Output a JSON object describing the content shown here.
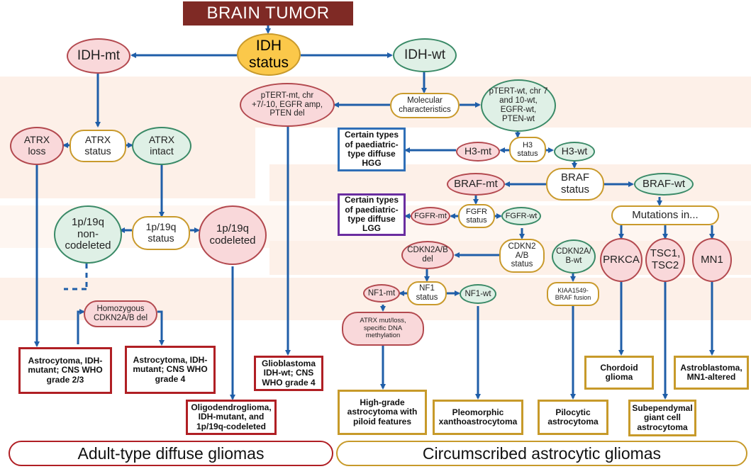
{
  "title": "BRAIN TUMOR",
  "nodes": {
    "idh_status": "IDH status",
    "idh_mt": "IDH-mt",
    "idh_wt": "IDH-wt",
    "pterts_mt": "pTERT-mt, chr +7/-10, EGFR amp, PTEN del",
    "molecular": "Molecular characteristics",
    "pterts_wt": "pTERT-wt, chr 7 and 10-wt, EGFR-wt, PTEN-wt",
    "atrx_loss": "ATRX loss",
    "atrx_status": "ATRX status",
    "atrx_intact": "ATRX intact",
    "codel_non": "1p/19q non-codeleted",
    "codel_status": "1p/19q status",
    "codel_yes": "1p/19q codeleted",
    "cdkn_homo": "Homozygous CDKN2A/B del",
    "h3_mt": "H3-mt",
    "h3_status": "H3 status",
    "h3_wt": "H3-wt",
    "braf_mt": "BRAF-mt",
    "braf_status": "BRAF status",
    "braf_wt": "BRAF-wt",
    "fgfr_mt": "FGFR-mt",
    "fgfr_status": "FGFR status",
    "fgfr_wt": "FGFR-wt",
    "mutations": "Mutations in...",
    "prkca": "PRKCA",
    "tsc": "TSC1, TSC2",
    "mn1": "MN1",
    "cdkn_del": "CDKN2A/B del",
    "cdkn_status": "CDKN2 A/B status",
    "cdkn_wt": "CDKN2A/ B-wt",
    "nf1_mt": "NF1-mt",
    "nf1_status": "NF1 status",
    "nf1_wt": "NF1-wt",
    "kiaa": "KIAA1549-BRAF fusion",
    "atrx_mut": "ATRX mut/loss, specific DNA methylation"
  },
  "outcomes": {
    "hgg": "Certain types of paediatric-type diffuse HGG",
    "lgg": "Certain types of paediatric-type diffuse LGG",
    "astro23": "Astrocytoma, IDH-mutant; CNS WHO grade 2/3",
    "astro4": "Astrocytoma, IDH-mutant; CNS WHO grade 4",
    "gbm": "Glioblastoma IDH-wt; CNS WHO grade 4",
    "oligo": "Oligodendroglioma, IDH-mutant, and 1p/19q-codeleted",
    "hgap": "High-grade astrocytoma with piloid features",
    "pxa": "Pleomorphic xanthoastrocytoma",
    "pilo": "Pilocytic astrocytoma",
    "chordoid": "Chordoid glioma",
    "sega": "Subependymal giant cell astrocytoma",
    "astroblast": "Astroblastoma, MN1-altered"
  },
  "footers": {
    "adult": "Adult-type diffuse gliomas",
    "circ": "Circumscribed astrocytic gliomas"
  },
  "colors": {
    "title_bg": "#7f2a25",
    "arrow": "#1f5ea8",
    "red_border": "#b01f24",
    "gold_border": "#c79a2a",
    "band": "#fdf0e8"
  }
}
